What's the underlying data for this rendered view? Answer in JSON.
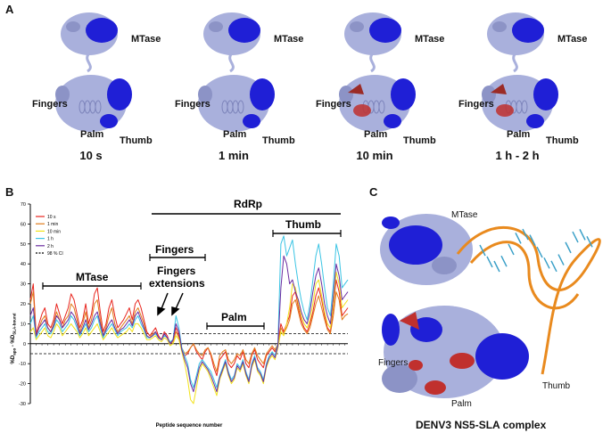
{
  "panels": {
    "a": {
      "letter": "A",
      "labels": {
        "mtase": "MTase",
        "fingers": "Fingers",
        "palm": "Palm",
        "thumb": "Thumb"
      },
      "times": [
        "10 s",
        "1 min",
        "10 min",
        "1 h - 2 h"
      ]
    },
    "b": {
      "letter": "B",
      "domain_labels": {
        "rdrp": "RdRp",
        "mtase": "MTase",
        "fingers": "Fingers",
        "fingers_ext_1": "Fingers",
        "fingers_ext_2": "extensions",
        "palm": "Palm",
        "thumb": "Thumb"
      }
    },
    "c": {
      "letter": "C",
      "labels": {
        "mtase": "MTase",
        "fingers": "Fingers",
        "palm": "Palm",
        "thumb": "Thumb"
      },
      "caption": "DENV3 NS5-SLA complex"
    }
  },
  "colors": {
    "protein_light": "#a9b0dc",
    "protein_blue": "#1f1fd6",
    "protection_red": "#c0302e",
    "rna_orange": "#e98a1e",
    "rna_teal": "#3aa0c8"
  },
  "chart_data": {
    "type": "line",
    "xlabel": "Peptide sequence number",
    "ylabel": "%D",
    "ylabel_sub_1": "apo",
    "ylabel_mid": " - %D",
    "ylabel_sub_2": "SLA-bound",
    "ylim": [
      -30,
      70
    ],
    "yticks": [
      -30,
      -20,
      -10,
      0,
      10,
      20,
      30,
      40,
      50,
      60,
      70
    ],
    "n_peptides": 110,
    "ci_value": 5,
    "legend": [
      "10 s",
      "1 min",
      "10 min",
      "1 h",
      "2 h",
      "98 % CI"
    ],
    "series": [
      {
        "name": "10 s",
        "color": "#e8251e",
        "values": [
          22,
          30,
          5,
          10,
          15,
          18,
          10,
          8,
          12,
          20,
          15,
          10,
          14,
          18,
          25,
          22,
          15,
          8,
          12,
          20,
          10,
          15,
          25,
          28,
          16,
          6,
          10,
          18,
          22,
          14,
          8,
          10,
          12,
          15,
          18,
          12,
          20,
          22,
          18,
          12,
          6,
          4,
          6,
          8,
          4,
          2,
          6,
          4,
          0,
          2,
          8,
          4,
          -3,
          -6,
          -5,
          -2,
          0,
          -4,
          -6,
          -8,
          -4,
          -2,
          -6,
          -12,
          -16,
          -8,
          -6,
          -4,
          -10,
          -12,
          -10,
          -6,
          -8,
          -4,
          -10,
          -12,
          -6,
          -3,
          -8,
          -10,
          -12,
          -6,
          -4,
          -2,
          -4,
          0,
          10,
          6,
          10,
          14,
          24,
          26,
          18,
          12,
          8,
          6,
          10,
          16,
          24,
          28,
          22,
          14,
          8,
          6,
          18,
          32,
          26,
          14,
          16,
          18
        ]
      },
      {
        "name": "1 min",
        "color": "#e07b1a",
        "values": [
          20,
          26,
          4,
          8,
          12,
          14,
          8,
          6,
          10,
          16,
          12,
          8,
          12,
          14,
          20,
          18,
          12,
          6,
          10,
          16,
          8,
          12,
          20,
          22,
          12,
          4,
          8,
          14,
          18,
          10,
          6,
          8,
          10,
          12,
          14,
          10,
          16,
          18,
          14,
          10,
          4,
          3,
          5,
          6,
          3,
          2,
          4,
          3,
          0,
          1,
          6,
          3,
          -2,
          -5,
          -4,
          -2,
          0,
          -3,
          -5,
          -6,
          -3,
          -2,
          -5,
          -10,
          -14,
          -6,
          -4,
          -3,
          -8,
          -10,
          -8,
          -5,
          -6,
          -3,
          -8,
          -10,
          -5,
          -2,
          -6,
          -8,
          -10,
          -5,
          -3,
          -1,
          -3,
          0,
          8,
          5,
          8,
          12,
          20,
          22,
          16,
          10,
          7,
          5,
          8,
          14,
          20,
          24,
          18,
          12,
          7,
          5,
          14,
          26,
          22,
          12,
          14,
          15
        ]
      },
      {
        "name": "10 min",
        "color": "#f2e21b",
        "values": [
          6,
          8,
          2,
          4,
          6,
          8,
          4,
          3,
          6,
          10,
          8,
          4,
          6,
          8,
          10,
          8,
          6,
          3,
          5,
          8,
          4,
          6,
          8,
          10,
          6,
          2,
          4,
          6,
          8,
          5,
          3,
          4,
          5,
          6,
          8,
          6,
          10,
          10,
          8,
          5,
          2,
          2,
          3,
          4,
          2,
          1,
          3,
          2,
          -1,
          0,
          4,
          2,
          -4,
          -10,
          -18,
          -28,
          -30,
          -22,
          -14,
          -10,
          -12,
          -14,
          -18,
          -22,
          -26,
          -18,
          -14,
          -10,
          -16,
          -20,
          -18,
          -12,
          -14,
          -10,
          -16,
          -20,
          -12,
          -8,
          -14,
          -16,
          -20,
          -12,
          -8,
          -6,
          -8,
          -2,
          6,
          4,
          10,
          18,
          30,
          28,
          20,
          14,
          10,
          8,
          12,
          20,
          30,
          32,
          24,
          16,
          10,
          8,
          20,
          36,
          30,
          18,
          20,
          22
        ]
      },
      {
        "name": "1 h",
        "color": "#3ac4e4",
        "values": [
          10,
          14,
          3,
          6,
          8,
          10,
          6,
          5,
          8,
          12,
          10,
          6,
          8,
          10,
          14,
          12,
          8,
          4,
          7,
          10,
          6,
          8,
          12,
          14,
          8,
          3,
          6,
          8,
          10,
          7,
          4,
          6,
          7,
          8,
          10,
          8,
          12,
          14,
          10,
          7,
          3,
          3,
          4,
          5,
          3,
          2,
          4,
          3,
          1,
          2,
          14,
          8,
          -2,
          -6,
          -10,
          -18,
          -22,
          -16,
          -10,
          -8,
          -10,
          -12,
          -14,
          -18,
          -22,
          -16,
          -12,
          -8,
          -14,
          -18,
          -16,
          -10,
          -12,
          -8,
          -14,
          -18,
          -10,
          -6,
          -12,
          -14,
          -18,
          -10,
          -6,
          -4,
          -6,
          0,
          50,
          54,
          44,
          48,
          52,
          40,
          30,
          22,
          16,
          12,
          20,
          32,
          44,
          50,
          40,
          28,
          18,
          14,
          30,
          50,
          44,
          28,
          30,
          32
        ]
      },
      {
        "name": "2 h",
        "color": "#6a2ca0",
        "values": [
          14,
          18,
          4,
          8,
          10,
          12,
          8,
          6,
          9,
          14,
          12,
          8,
          10,
          12,
          16,
          14,
          10,
          5,
          8,
          12,
          7,
          10,
          14,
          16,
          10,
          4,
          7,
          10,
          12,
          8,
          5,
          7,
          8,
          10,
          12,
          9,
          14,
          16,
          12,
          8,
          4,
          3,
          4,
          6,
          3,
          2,
          5,
          3,
          0,
          2,
          10,
          6,
          -3,
          -8,
          -12,
          -20,
          -24,
          -18,
          -12,
          -9,
          -11,
          -13,
          -16,
          -20,
          -24,
          -17,
          -13,
          -9,
          -15,
          -19,
          -17,
          -11,
          -13,
          -9,
          -15,
          -19,
          -11,
          -7,
          -13,
          -15,
          -19,
          -11,
          -7,
          -5,
          -7,
          -1,
          28,
          44,
          40,
          30,
          32,
          26,
          22,
          16,
          12,
          10,
          16,
          26,
          34,
          38,
          30,
          20,
          14,
          10,
          24,
          40,
          34,
          22,
          24,
          26
        ]
      }
    ]
  }
}
